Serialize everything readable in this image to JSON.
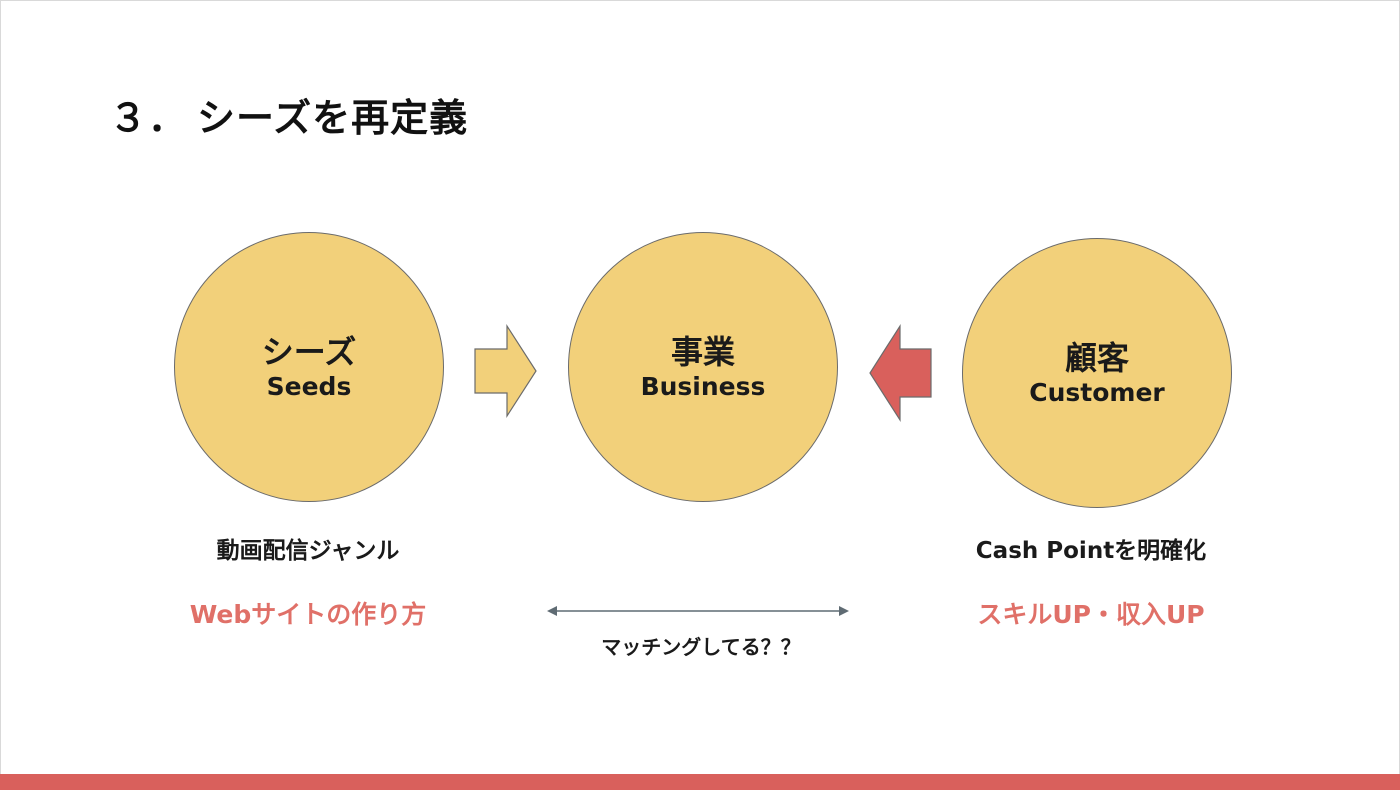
{
  "slide": {
    "number": "３．",
    "title": "シーズを再定義"
  },
  "circles": {
    "seeds": {
      "jp": "シーズ",
      "en": "Seeds"
    },
    "business": {
      "jp": "事業",
      "en": "Business"
    },
    "customer": {
      "jp": "顧客",
      "en": "Customer"
    }
  },
  "captions": {
    "seeds_label": "動画配信ジャンル",
    "seeds_example": "Webサイトの作り方",
    "customer_label": "Cash Pointを明確化",
    "customer_example": "スキルUP・収入UP",
    "matching": "マッチングしてる？？"
  },
  "colors": {
    "circle_fill": "#f2d07a",
    "accent_red": "#d9605c",
    "caption_red": "#e07068",
    "arrow_gray": "#5f6b73"
  }
}
